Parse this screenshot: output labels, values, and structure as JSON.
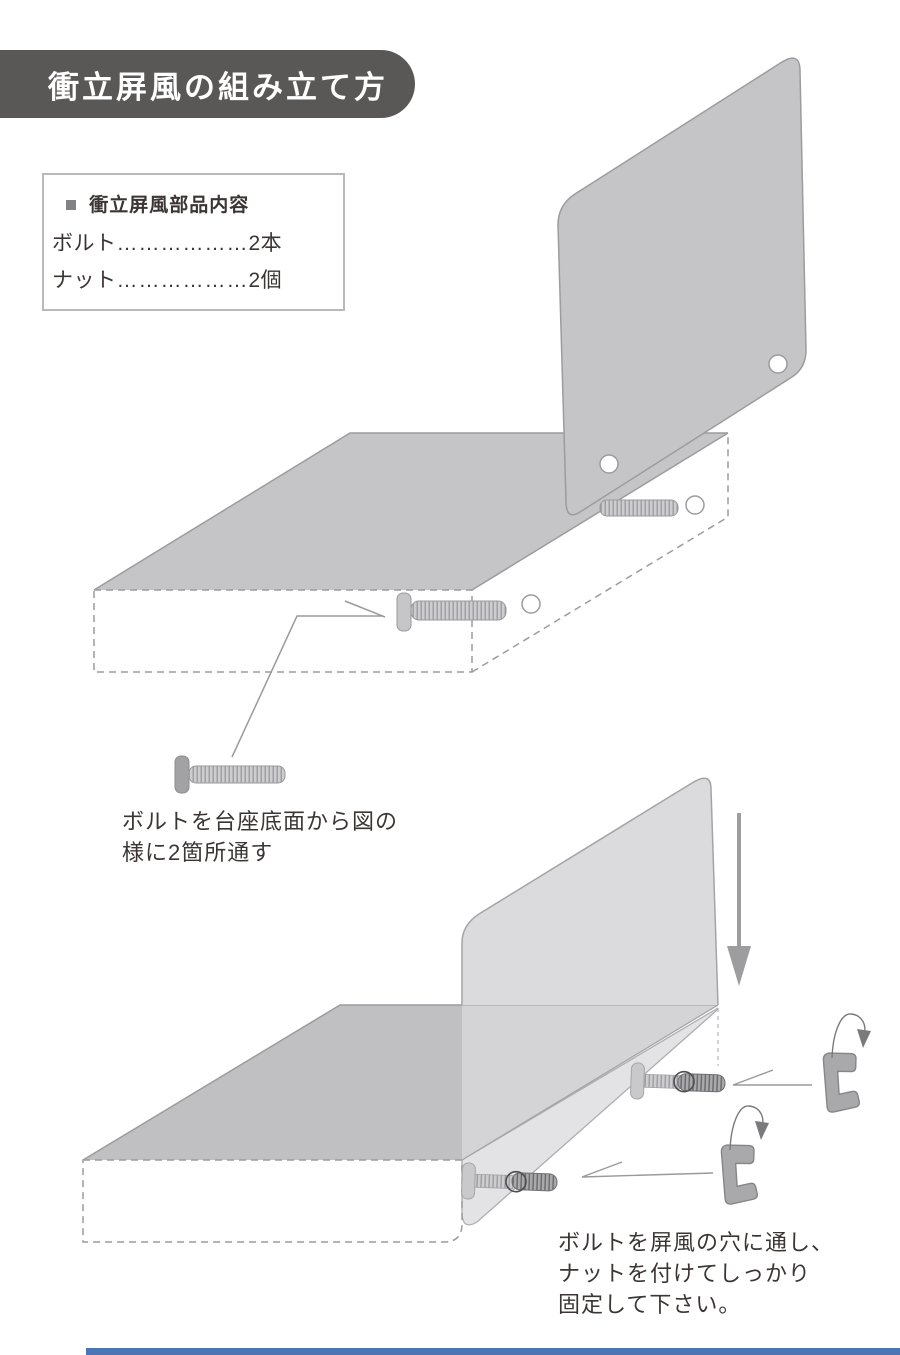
{
  "header": {
    "title": "衝立屏風の組み立て方",
    "badge_color": "#5a5857",
    "text_color": "#ffffff"
  },
  "parts_box": {
    "heading": "衝立屏風部品内容",
    "bullet_icon": "square-bullet",
    "items": [
      {
        "name": "ボルト",
        "leader": "………………",
        "qty": "2本"
      },
      {
        "name": "ナット",
        "leader": "………………",
        "qty": "2個"
      }
    ]
  },
  "step1": {
    "caption_line1": "ボルトを台座底面から図の",
    "caption_line2": "様に2箇所通す"
  },
  "step2": {
    "caption_line1": "ボルトを屏風の穴に通し、",
    "caption_line2": "ナットを付けてしっかり",
    "caption_line3": "固定して下さい。"
  },
  "icons": {
    "bolt_icon": "t-head-bolt",
    "nut_icon": "c-shaped-nut",
    "insert_arrow_icon": "down-arrow",
    "rotate_arrow_icon": "curved-rotation-arrow",
    "leader_arrow_icon": "pointer-leader-line"
  },
  "colors": {
    "panel_gray": "#c5c5c7",
    "panel_translucent": "#dbdbdd",
    "line_gray": "#9c9c9e",
    "text_dark": "#3b3534",
    "accent_bar_blue": "#4a76b6"
  }
}
